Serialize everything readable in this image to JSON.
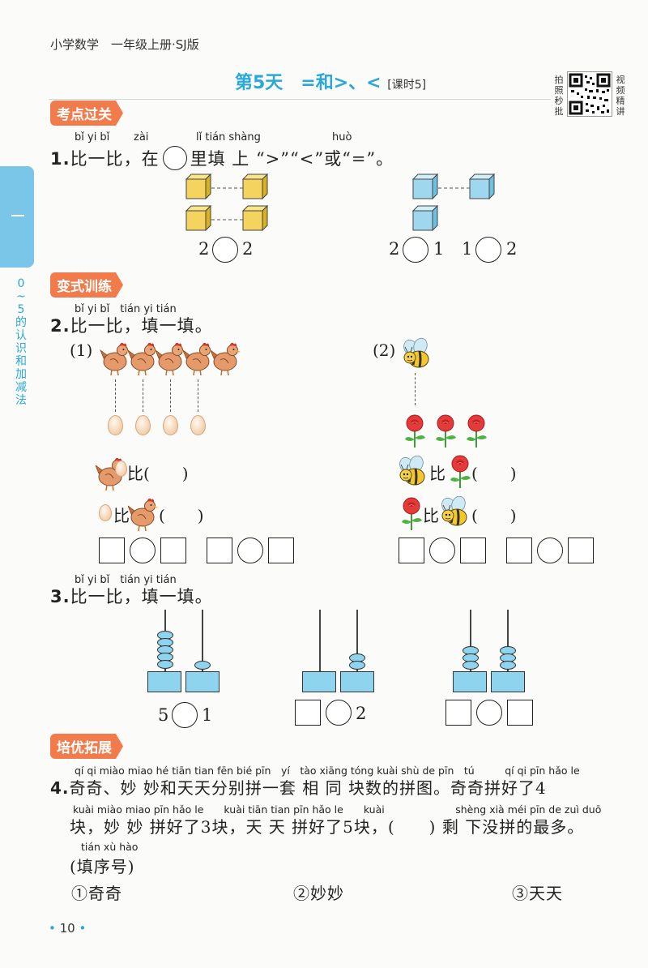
{
  "header": {
    "book": "小学数学　一年级上册·SJ版",
    "title": "第5天　=和>、<",
    "lesson": "[课时5]"
  },
  "qr": {
    "left_text": [
      "拍",
      "照",
      "秒",
      "批"
    ],
    "right_text": [
      "视",
      "频",
      "精",
      "讲"
    ]
  },
  "side": {
    "tab_mark": "一",
    "chapter": [
      "0",
      "~",
      "5",
      "的",
      "认",
      "识",
      "和",
      "加",
      "减",
      "法"
    ]
  },
  "sections": {
    "s1": "考点过关",
    "s2": "变式训练",
    "s3": "培优拓展"
  },
  "q1": {
    "pinyin": [
      "bǐ yi bǐ",
      "zài",
      "lǐ tián shàng",
      "huò"
    ],
    "number": "1.",
    "text_a": "比一比，在",
    "text_b": "里填 上 “>”“<”或“=”。",
    "groups": [
      {
        "left": "2",
        "right": "2"
      },
      {
        "left": "2",
        "right": "1"
      },
      {
        "left": "1",
        "right": "2"
      }
    ]
  },
  "q2": {
    "pinyin": "bǐ yi bǐ　tián yi tián",
    "number": "2.",
    "text": "比一比，填一填。",
    "part1": "(1)",
    "part2": "(2)",
    "bi": "比",
    "paren": "(　　)"
  },
  "q3": {
    "pinyin": "bǐ yi bǐ　tián yi tián",
    "number": "3.",
    "text": "比一比，填一填。",
    "abacus1": {
      "left": "5",
      "right": "1"
    },
    "abacus2": {
      "right": "2"
    }
  },
  "q4": {
    "pinyin1": "qí qi miào miao hé tiān tian fēn bié pīn　yí　tào xiāng tóng kuài shù de pīn　tú　　　qí qi pīn hǎo le",
    "number": "4.",
    "line1": "奇奇、妙 妙和天天分别拼一套 相 同 块数的拼图。奇奇拼好了4",
    "pinyin2": "kuài miào miao pīn hǎo le　　kuài tiān tian pīn hǎo le　　kuài　　　　　　　shèng xià méi pīn de zuì duō",
    "line2": "块，妙 妙 拼好了3块，天 天 拼好了5块，(　　) 剩 下没拼的最多。",
    "pinyin3": "tián xù hào",
    "line3": "(填序号)",
    "options": [
      "①奇奇",
      "②妙妙",
      "③天天"
    ]
  },
  "footer": {
    "page": "10"
  },
  "colors": {
    "accent_blue": "#2aa8d8",
    "badge_orange": "#f27b4c",
    "cube_yellow": "#f4d35e",
    "cube_blue": "#9fd8ee"
  }
}
